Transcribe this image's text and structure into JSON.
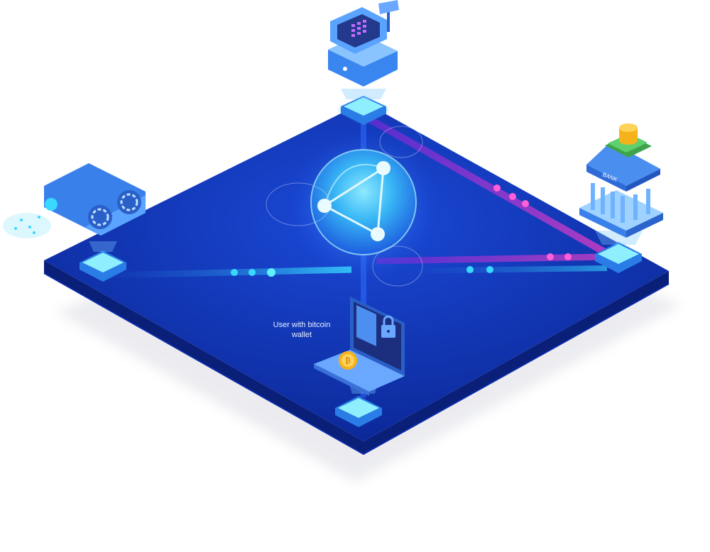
{
  "diagram": {
    "nodes": [
      {
        "id": "pos-terminal",
        "icon": "pos-terminal-icon"
      },
      {
        "id": "bank",
        "icon": "bank-icon",
        "sign_text": "BANK"
      },
      {
        "id": "mining-rig",
        "icon": "mining-rig-icon"
      },
      {
        "id": "user-wallet",
        "icon": "laptop-wallet-icon",
        "label_lines": [
          "User with bitcoin",
          "wallet"
        ]
      }
    ],
    "hub": {
      "icon": "network-globe-icon"
    },
    "connections": [
      {
        "from": "pos-terminal",
        "to": "bank",
        "color": "#b44cff"
      },
      {
        "from": "hub",
        "to": "bank",
        "color": "#b44cff"
      },
      {
        "from": "mining-rig",
        "to": "hub",
        "color": "#38d8ff"
      },
      {
        "from": "hub",
        "to": "user-wallet",
        "color": "#2f6cff"
      }
    ],
    "colors": {
      "platform_top": "#0d2ea8",
      "platform_side": "#0a1f78",
      "glow_cyan": "#38d8ff",
      "glow_magenta": "#e040c8",
      "coin_gold": "#f6b21b"
    }
  }
}
